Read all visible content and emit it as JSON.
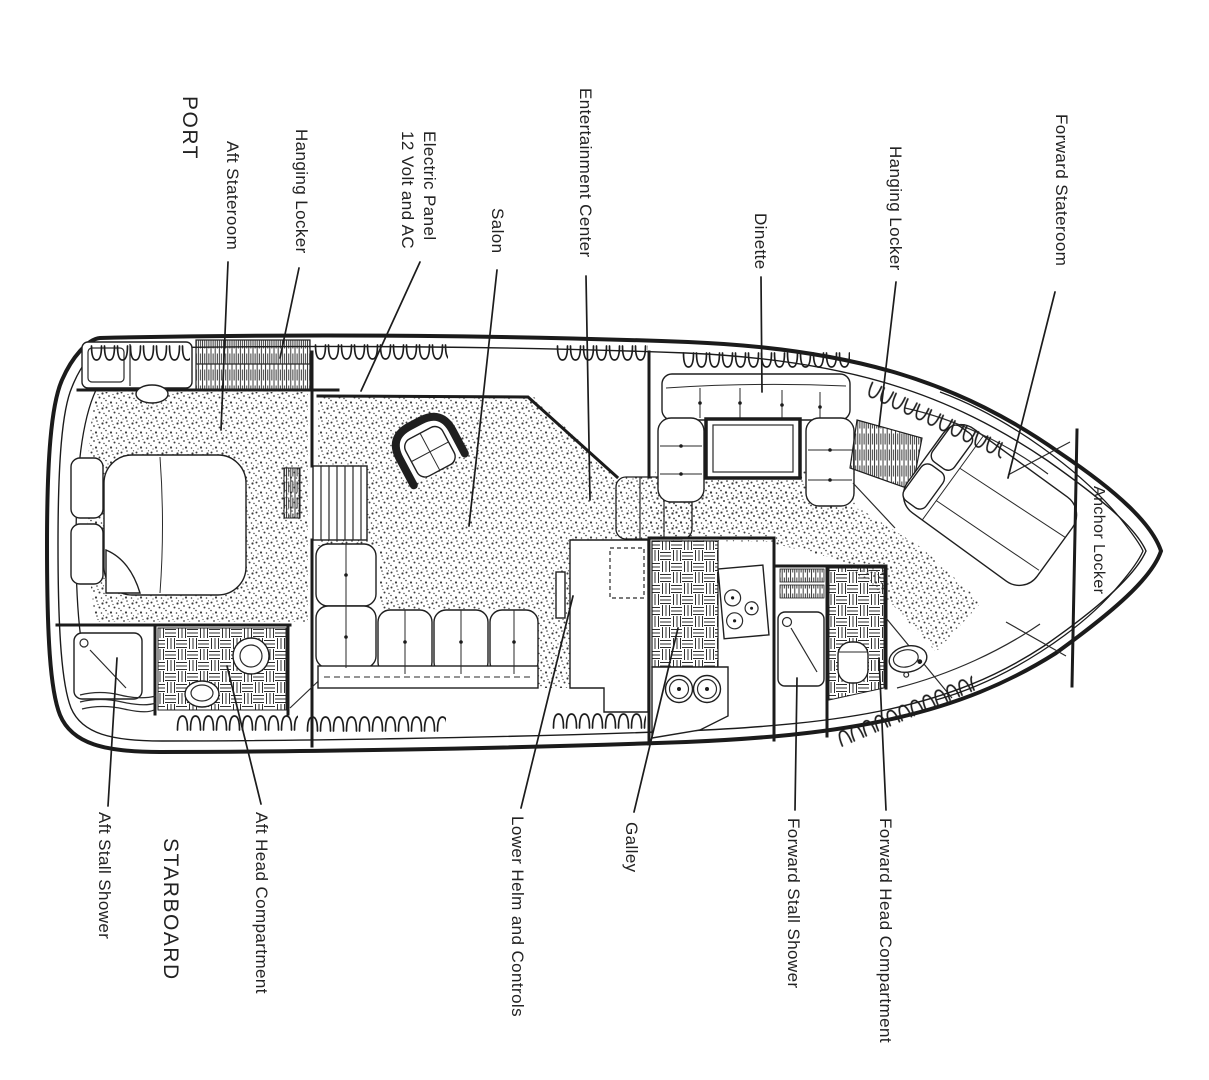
{
  "diagram": {
    "title": "Yacht interior deck floor plan",
    "type": "boat-floor-plan",
    "colors": {
      "ink": "#1b1b1b",
      "paper": "#ffffff",
      "stipple": "#3c3c3c"
    },
    "side_labels": {
      "port": "PORT",
      "starboard": "STARBOARD"
    },
    "labels": {
      "aft_stateroom": "Aft Stateroom",
      "hanging_locker_aft": "Hanging Locker",
      "electric_panel_line1": "Electric Panel",
      "electric_panel_line2": "12 Volt and AC",
      "salon": "Salon",
      "entertainment_center": "Entertainment Center",
      "dinette": "Dinette",
      "hanging_locker_forward": "Hanging Locker",
      "forward_stateroom": "Forward Stateroom",
      "anchor_locker": "Anchor Locker",
      "aft_stall_shower": "Aft Stall Shower",
      "aft_head_compartment": "Aft Head Compartment",
      "lower_helm": "Lower Helm and Controls",
      "galley": "Galley",
      "forward_stall_shower": "Forward Stall Shower",
      "forward_head_compartment": "Forward Head Compartment"
    }
  }
}
